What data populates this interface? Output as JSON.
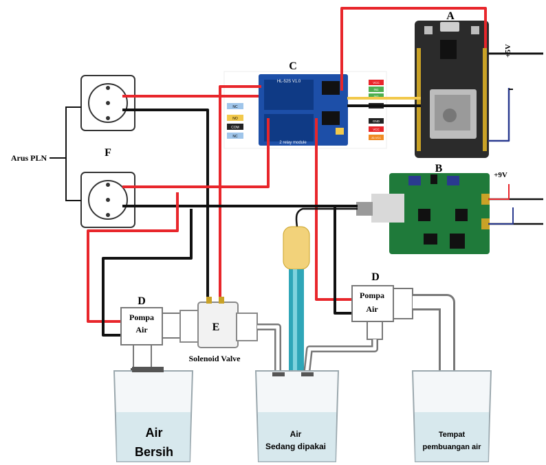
{
  "labels": {
    "esp32": "A",
    "ph_module": "B",
    "relay": "C",
    "pump": "D",
    "valve": "E",
    "sockets": "F",
    "plus5v": "+5V",
    "plus9v": "+9V",
    "arus_pln": "Arus PLN",
    "relay_model": "HL-52S V1.0",
    "relay_footer": "2 relay module",
    "pump_text_line1": "Pompa",
    "pump_text_line2": "Air",
    "solenoid_valve": "Solenoid Valve",
    "beaker1_line1": "Air",
    "beaker1_line2": "Bersih",
    "beaker2_line1": "Air",
    "beaker2_line2": "Sedang dipakai",
    "beaker3_line1": "Tempat",
    "beaker3_line2": "pembuangan air"
  },
  "relay_pins": {
    "left": [
      "NC",
      "NO",
      "COM",
      "NC"
    ],
    "right": [
      "VCC",
      "IN1",
      "IN2",
      "GND",
      "GND",
      "VCC",
      "JD-VCC"
    ]
  },
  "colors": {
    "wire_red": "#e8262b",
    "wire_black": "#111111",
    "wire_yellow": "#f2c94c",
    "esp_board": "#2b2b2b",
    "ph_board": "#1f7a3a",
    "relay_blue": "#1d4fa8",
    "probe_blue": "#2fa6b8",
    "water_tint": "#cfe3ea"
  }
}
